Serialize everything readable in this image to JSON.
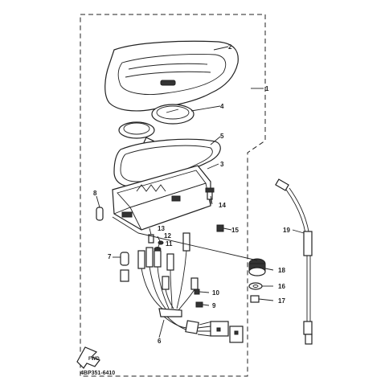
{
  "diagram": {
    "labels": {
      "p1": "1",
      "p2": "2",
      "p3": "3",
      "p4": "4",
      "p5": "5",
      "p6": "6",
      "p7": "7",
      "p8": "8",
      "p9": "9",
      "p10": "10",
      "p11": "11",
      "p12": "12",
      "p13": "13",
      "p14": "14",
      "p15": "15",
      "p16": "16",
      "p17": "17",
      "p18": "18",
      "p19": "19"
    },
    "fwd_label": "FWD",
    "drawing_code": "4BP351-6410"
  }
}
